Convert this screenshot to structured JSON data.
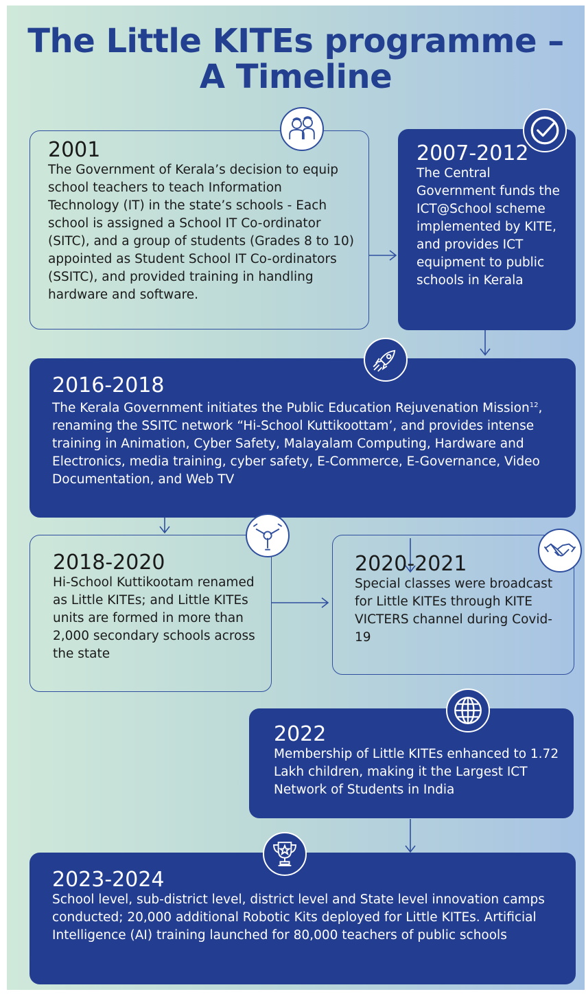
{
  "title": {
    "line1": "The Little KITEs programme –",
    "line2": "A Timeline"
  },
  "colors": {
    "dark_box": "#233d91",
    "title": "#22408f",
    "border": "#2f4f9e"
  },
  "milestones": [
    {
      "year": "2001",
      "icon": "students-icon",
      "text": "The Government of Kerala’s decision to equip school teachers to teach Information Technology (IT) in the state’s schools - Each school is assigned a  School IT Co-ordinator (SITC), and a group of students (Grades 8 to 10)  appointed as Student School IT Co-ordinators (SSITC), and provided training in handling hardware and software."
    },
    {
      "year": "2007-2012",
      "icon": "check-badge-icon",
      "text": "The Central Government funds the ICT@School scheme implemented by KITE, and provides ICT equipment to public schools in Kerala"
    },
    {
      "year": "2016-2018",
      "icon": "rocket-icon",
      "text_pre": "The Kerala Government initiates the Public Education Rejuvenation Mission",
      "footnote": "12",
      "text_post": ", renaming the SSITC network “Hi-School Kuttikoottam’, and provides intense training in  Animation, Cyber Safety, Malayalam Computing, Hardware and Electronics, media training, cyber safety, E-Commerce, E-Governance, Video Documentation, and Web TV"
    },
    {
      "year": "2018-2020",
      "icon": "teamwork-hands-icon",
      "text": "Hi-School Kuttikootam renamed as Little KITEs; and Little KITEs units are formed in more than 2,000 secondary schools across the state"
    },
    {
      "year": "2020-2021",
      "icon": "handshake-icon",
      "text": "Special classes were broadcast for Little KITEs through KITE VICTERS channel during Covid-19"
    },
    {
      "year": "2022",
      "icon": "globe-icon",
      "text": "Membership of Little KITEs enhanced to 1.72 Lakh children, making it the Largest ICT Network of Students in India"
    },
    {
      "year": "2023-2024",
      "icon": "trophy-icon",
      "text": "School level, sub-district level, district level and State level innovation camps conducted; 20,000 additional Robotic Kits deployed for Little KITEs.  Artificial Intelligence (AI) training launched for 80,000 teachers of public schools"
    }
  ]
}
